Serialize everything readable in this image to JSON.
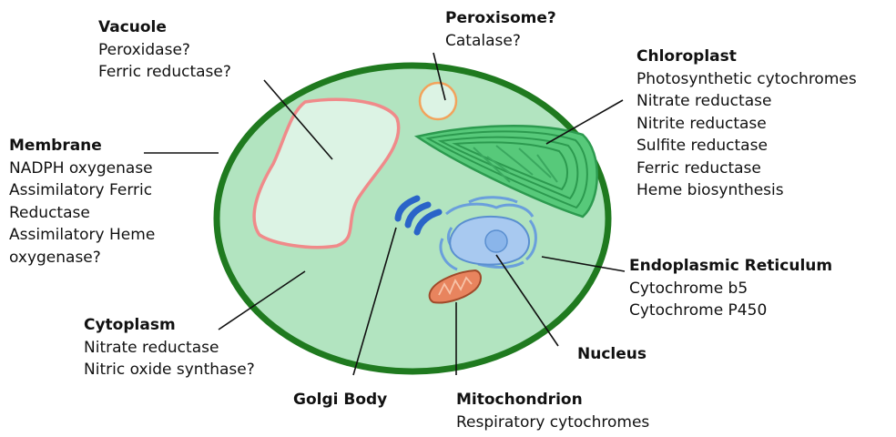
{
  "labels": {
    "vacuole": {
      "title": "Vacuole",
      "enzymes": [
        "Peroxidase?",
        "Ferric reductase?"
      ]
    },
    "peroxisome": {
      "title": "Peroxisome?",
      "enzymes": [
        "Catalase?"
      ]
    },
    "chloroplast": {
      "title": "Chloroplast",
      "enzymes": [
        "Photosynthetic cytochromes",
        "Nitrate reductase",
        "Nitrite reductase",
        "Sulfite reductase",
        "Ferric reductase",
        "Heme biosynthesis"
      ]
    },
    "membrane": {
      "title": "Membrane",
      "enzymes": [
        "NADPH oxygenase",
        "Assimilatory Ferric",
        "Reductase",
        "Assimilatory Heme",
        "oxygenase?"
      ]
    },
    "er": {
      "title": "Endoplasmic Reticulum",
      "enzymes": [
        "Cytochrome b5",
        "Cytochrome P450"
      ]
    },
    "cytoplasm": {
      "title": "Cytoplasm",
      "enzymes": [
        "Nitrate reductase",
        "Nitric oxide synthase?"
      ]
    },
    "nucleus": {
      "title": "Nucleus",
      "enzymes": []
    },
    "golgi": {
      "title": "Golgi Body",
      "enzymes": []
    },
    "mitochondrion": {
      "title": "Mitochondrion",
      "enzymes": [
        "Respiratory cytochromes"
      ]
    }
  },
  "colors": {
    "cell_wall": "#1f7a1f",
    "cytoplasm": "#b2e4c0",
    "vacuole_fill": "#dcf3e4",
    "vacuole_edge": "#f08a8a",
    "peroxisome_edge": "#f2a35c",
    "chloroplast": "#57c97a",
    "chloroplast_edge": "#2c9a4f",
    "er": "#7fb2e6",
    "nucleus": "#a8c9f0",
    "golgi": "#2a64c8",
    "mitochondrion": "#e8845e"
  }
}
